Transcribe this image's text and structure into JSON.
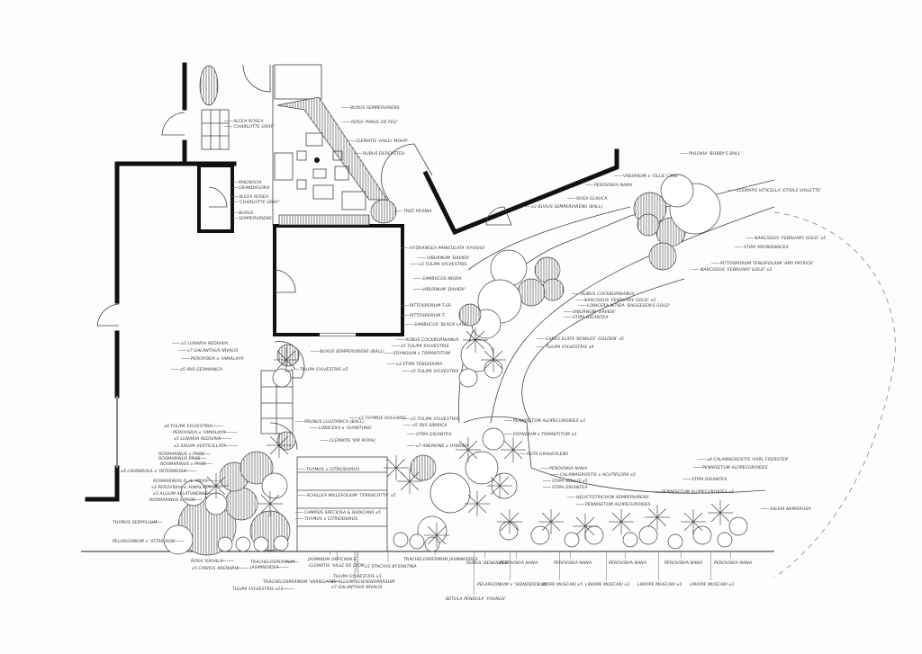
{
  "drawing": {
    "labels": [
      "BUXUS SEMPERVIRENS",
      "ROSA 'PARUL DE FEU'",
      "CLEMATIS 'HALLY MOHR'",
      "RUBUS DEREKSTEU",
      "ALCEA ROSEA",
      "'CHARLOTTE GRAY'",
      "MAGNOLIA",
      "GRANDIFLORA",
      "ALCEA ROSEA",
      "'CHARLOTTE GRAY'",
      "BUXUS",
      "SEMPERVIRENS",
      "TREE PEONIA",
      "PHLOXIA 'BOBBY'S BALL'",
      "VIBURNUM x 'OLLIE CARE'",
      "PEROVSKIA NANA",
      "ROSA GLAUCA",
      "CLEMATIS VITICELLA 'ETOILE VIOLETTE'",
      "x3 BUXUS SEMPERVIRENS (BALL)",
      "NARCISSUS 'FEBRUARY GOLD' x5",
      "STIPA ARUNDINACEA",
      "PITTOSPORUM TENUIFOLIUM 'AMY PATRICK'",
      "NARCISSUS 'FEBRUARY GOLD' x3",
      "HYDRANGEA PANICULATA 'KYUSHU'",
      "VIBURNUM 'DAVIDII'",
      "x3 TULIPA SYLVESTRIS",
      "SAMBUCUS NIGRA",
      "VIBURNUM 'DAVIDII'",
      "PITTOSPORUM T.SP.",
      "PITTOSPORUM T.",
      "SAMBUCUS 'BLACK LACE'",
      "RUBUS COCKBURNIANUS",
      "NARCISSUS 'FEBRUARY GOLD' x3",
      "LONICERA NITIDA 'BAGGESEN'S GOLD'",
      "VIBURNUM 'DAVIDII'",
      "STIPA GIGANTEA",
      "CAREX ELATA 'BOWLES' GOLDEN' x5",
      "TULIPA SYLVESTRIS x9",
      "RUBUS COCKBURNIANUS",
      "x5 TULIPA SYLVESTRIS",
      "ERYNGIUM x TRIPARTITUM",
      "x3 STIPA TENUISSIMA",
      "x5 TULIPA SYLVESTRIS",
      "x5 LUNARIA REDIVIVA",
      "x7 GALANTHUS NIVALIS",
      "PEROVSKIA x 'HIMALAYA'",
      "x5 IRIS GERMANICA",
      "BUXUS SEMPERVIRENS (BALL)",
      "TULIPA SYLVESTRIS x5",
      "x9 TULIPA SYLVESTRIS",
      "PEROVSKIA x 'HIMALAYA'",
      "x5 LUNARIA REDIVIVA",
      "x3 SALVIA VERTICILLATA",
      "ROSMARINUS x PROS",
      "ROSMARINUS PROS",
      "ROSMARINUS x PROS",
      "x9 LAVANDULA x 'INTERMEDIA'",
      "ROSMARINUS O. 'L. PROS'",
      "x3 PEROVSKIA x 'HIMALAYA'",
      "x3 ALLIUM AFLATUNENSE",
      "ROSMARINUS x PROS",
      "THYMUS SERPYLLUM",
      "PELARGONIUM x 'ATTAR ROS'",
      "ROSA 'KAHALA'",
      "x5 CARICIS ARENARIA",
      "TRACHELOSPERMUM",
      "JASMINOIDES",
      "TRACHELOSPERMUM 'VARIEGATA'",
      "TULIPA SYLVESTRIS x11",
      "JASMINUM OFFICINALE",
      "CLEMATIS 'VILLE DE LYON'",
      "PRUNUS LUSITANICA (BALL)",
      "LONICERA x 'SHANTUNG'",
      "CLEMATIS 'KIR ROYAL'",
      "x3 THYMUS VULGARIS",
      "THYMUS x CITRIODORUS",
      "ACHILLEA MILLEFOLIUM 'TERRACOTTA' x5",
      "CAMPSIS SPECIOSA & RADICANS x5",
      "THYMUS x CITRIODORUS",
      "x5 TULIPA SYLVESTRIS",
      "x5 IRIS SIBIRICA",
      "STIPA GIGANTEA",
      "x7 ANEMONE x HYBRIDA",
      "PENNISETUM ALOPECUROIDES x3",
      "ERYNGIUM x TRIPARTITUM x3",
      "RUTA GRAVEOLENS",
      "PEROVSKIA NANA",
      "CALAMAGROSTIS x ACUTIFLORA x5",
      "STIPA MOLLIS x5",
      "STIPA GIGANTEA",
      "HELICTOTRICHON SEMPERVIRENS",
      "PENNISETUM ALOPECUROIDES",
      "PENNISETUM ALOPECUROIDES x3",
      "x4 CALAMAGROSTIS 'KARL FOERSTER'",
      "PENNISETUM ALOPECUROIDES",
      "STIPA GIGANTEA",
      "SALVIA NEMOROSA",
      "PEROVSKIA NANA",
      "PEROVSKIA NANA",
      "PEROVSKIA NANA",
      "PEROVSKIA NANA",
      "PEROVSKIA NANA",
      "RUBUS 'BENENDEN'",
      "PELARGONIUM x 'SIDNOIDES' x5",
      "LIRIOPE MUSCARI x5",
      "LIRIOPE MUSCARI x3",
      "LIRIOPE MUSCARI x3",
      "LIRIOPE MUSCARI x3",
      "BETULA PENDULA 'YOUNGII'",
      "TRACHELOSPERMUM JASMINOIDES",
      "x3 STACHYS BYZANTINA",
      "TULIPA SYLVESTRIS x3",
      "x9 ALLIUM SCHOENOPRASUM",
      "x7 GALANTHUS NIVALIS"
    ]
  }
}
